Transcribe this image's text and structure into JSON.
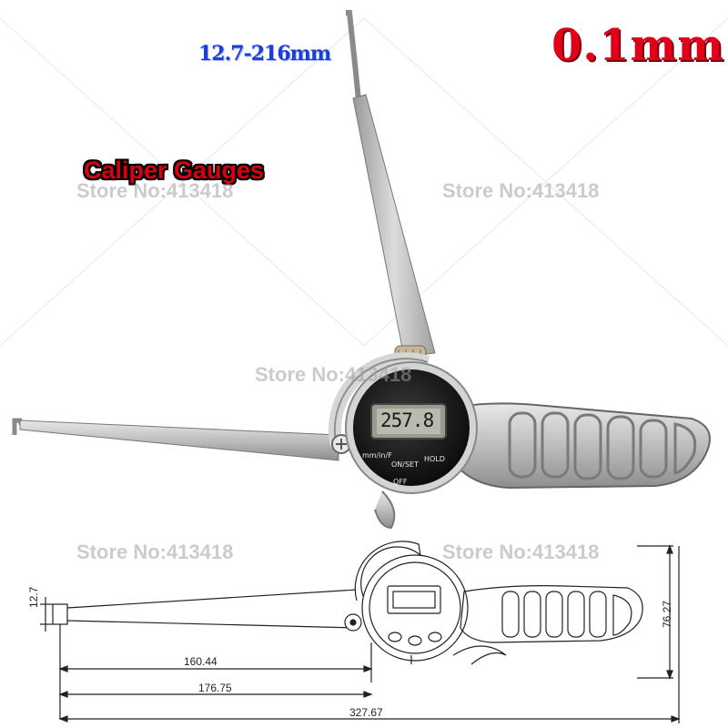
{
  "range_label": "12.7-216mm",
  "resolution_label": "0.1mm",
  "title": "Caliper Gauges",
  "watermark": "Store No:413418",
  "gauge": {
    "display_value": "257.8",
    "unit_button": "mm/in/F",
    "onset_button": "ON/SET",
    "off_button": "OFF",
    "hold_button": "HOLD"
  },
  "drawing": {
    "dim_jaw": "12.7",
    "dim_height": "76.27",
    "dim_1": "160.44",
    "dim_2": "176.75",
    "dim_total": "327.67"
  }
}
